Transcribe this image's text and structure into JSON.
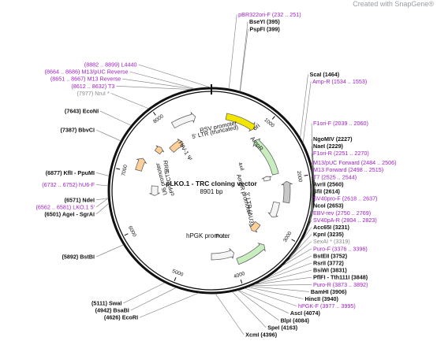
{
  "watermark": "Created with SnapGene®",
  "plasmid": {
    "name": "pLKO.1 - TRC cloning vector",
    "size": "8901 bp",
    "length": 8901
  },
  "colors": {
    "site": "#111111",
    "primer": "#a020c8",
    "feature": "#333333",
    "line": "#7a7a7a"
  },
  "ticks": [
    {
      "pos": 1000,
      "label": "1000"
    },
    {
      "pos": 2000,
      "label": "2000"
    },
    {
      "pos": 3000,
      "label": "3000"
    },
    {
      "pos": 4000,
      "label": "4000"
    },
    {
      "pos": 5000,
      "label": "5000"
    },
    {
      "pos": 6000,
      "label": "6000"
    },
    {
      "pos": 7000,
      "label": "7000"
    },
    {
      "pos": 8000,
      "label": "8000"
    }
  ],
  "labels": [
    {
      "pos": 395,
      "text": "BseYI  (395)",
      "kind": "site"
    },
    {
      "pos": 399,
      "text": "PspFI  (399)",
      "kind": "site"
    },
    {
      "pos": 1464,
      "text": "ScaI  (1464)",
      "kind": "site"
    },
    {
      "pos": 1544,
      "text": "Amp-R  (1534 .. 1553)",
      "kind": "primer"
    },
    {
      "pos": 2050,
      "text": "F1ori-F  (2039 .. 2060)",
      "kind": "primer"
    },
    {
      "pos": 2227,
      "text": "NgoMIV  (2227)",
      "kind": "site"
    },
    {
      "pos": 2229,
      "text": "NaeI  (2229)",
      "kind": "site"
    },
    {
      "pos": 2260,
      "text": "F1ori-R  (2251 .. 2270)",
      "kind": "primer"
    },
    {
      "pos": 2495,
      "text": "M13/pUC Forward  (2484 .. 2506)",
      "kind": "primer"
    },
    {
      "pos": 2506,
      "text": "M13 Forward  (2498 .. 2515)",
      "kind": "primer"
    },
    {
      "pos": 2534,
      "text": "T7  (2525 .. 2544)",
      "kind": "primer"
    },
    {
      "pos": 2560,
      "text": "AvrII  (2560)",
      "kind": "site"
    },
    {
      "pos": 2614,
      "text": "SfiI  (2614)",
      "kind": "site"
    },
    {
      "pos": 2627,
      "text": "SV40pro-F  (2618 .. 2637)",
      "kind": "primer"
    },
    {
      "pos": 2653,
      "text": "NcoI  (2653)",
      "kind": "site"
    },
    {
      "pos": 2760,
      "text": "EBV-rev  (2750 .. 2769)",
      "kind": "primer"
    },
    {
      "pos": 2813,
      "text": "SV40pA-R  (2804 .. 2823)",
      "kind": "primer"
    },
    {
      "pos": 3231,
      "text": "Acc65I  (3231)",
      "kind": "site"
    },
    {
      "pos": 3235,
      "text": "KpnI  (3235)",
      "kind": "site"
    },
    {
      "pos": 3319,
      "text": "SexAI *  (3319)",
      "kind": "gray"
    },
    {
      "pos": 3386,
      "text": "Puro-F  (3376 .. 3396)",
      "kind": "primer"
    },
    {
      "pos": 3752,
      "text": "BstEII  (3752)",
      "kind": "site"
    },
    {
      "pos": 3772,
      "text": "RsrII  (3772)",
      "kind": "site"
    },
    {
      "pos": 3831,
      "text": "BsiWI  (3831)",
      "kind": "site"
    },
    {
      "pos": 3848,
      "text": "PflFI - Tth111I  (3848)",
      "kind": "site"
    },
    {
      "pos": 3882,
      "text": "Puro-R  (3873 .. 3892)",
      "kind": "primer"
    },
    {
      "pos": 3906,
      "text": "BamHI  (3906)",
      "kind": "site"
    },
    {
      "pos": 3940,
      "text": "HincII  (3940)",
      "kind": "site"
    },
    {
      "pos": 3986,
      "text": "hPGK-F  (3977 .. 3995)",
      "kind": "primer"
    },
    {
      "pos": 4074,
      "text": "AscI  (4074)",
      "kind": "site"
    },
    {
      "pos": 4084,
      "text": "BlpI  (4084)",
      "kind": "site"
    },
    {
      "pos": 4163,
      "text": "SpeI  (4163)",
      "kind": "site"
    },
    {
      "pos": 4396,
      "text": "XcmI  (4396)",
      "kind": "site"
    },
    {
      "pos": 4626,
      "text": "(4626)  EcoRI",
      "kind": "site"
    },
    {
      "pos": 4942,
      "text": "(4942)  BsaBI",
      "kind": "site"
    },
    {
      "pos": 5111,
      "text": "(5111)  SwaI",
      "kind": "site"
    },
    {
      "pos": 5892,
      "text": "(5892)  BstBI",
      "kind": "site"
    },
    {
      "pos": 6501,
      "text": "(6501)  AgeI - SgrAI",
      "kind": "site"
    },
    {
      "pos": 6571,
      "text": "(6571)  NdeI",
      "kind": "site"
    },
    {
      "pos": 6571,
      "text": "(6562 .. 6581)  LKO.1 5'",
      "kind": "primer"
    },
    {
      "pos": 6742,
      "text": "(6732 .. 6752)  hU6-F",
      "kind": "primer"
    },
    {
      "pos": 6877,
      "text": "(6877)  KflI - PpuMI",
      "kind": "site"
    },
    {
      "pos": 7387,
      "text": "(7387)  BbvCI",
      "kind": "site"
    },
    {
      "pos": 7643,
      "text": "(7643)  EcoNI",
      "kind": "site"
    },
    {
      "pos": 7977,
      "text": "(7977)  NruI *",
      "kind": "gray"
    },
    {
      "pos": 8622,
      "text": "(8612 .. 8632)  T3",
      "kind": "primer"
    },
    {
      "pos": 8659,
      "text": "(8651 .. 8667)  M13 Reverse",
      "kind": "primer"
    },
    {
      "pos": 8675,
      "text": "(8664 .. 8686)  M13/pUC Reverse",
      "kind": "primer"
    },
    {
      "pos": 8890,
      "text": "(8882 .. 8899)  L4440",
      "kind": "primer"
    },
    {
      "pos": 241,
      "text": "pBR322ori-F  (232 .. 251)",
      "kind": "primer"
    }
  ],
  "features": [
    {
      "name": "ori",
      "start": 280,
      "end": 860,
      "dir": 1,
      "color": "#f2e600"
    },
    {
      "name": "AmpR",
      "start": 1010,
      "end": 1870,
      "dir": -1,
      "color": "#c8eec0"
    },
    {
      "name": "AmpR promoter",
      "start": 1870,
      "end": 1975,
      "dir": -1,
      "color": "#f5f5f5"
    },
    {
      "name": "f1 ori",
      "start": 2050,
      "end": 2450,
      "dir": -1,
      "color": "#c7c7c7"
    },
    {
      "name": "SV40 promoter",
      "start": 2480,
      "end": 2810,
      "dir": 1,
      "color": "#f5f5f5"
    },
    {
      "name": "3' LTR (ΔU3)",
      "start": 3100,
      "end": 3330,
      "dir": 1,
      "color": "#ffcf99"
    },
    {
      "name": "PuroR",
      "start": 3360,
      "end": 3950,
      "dir": -1,
      "color": "#c8eec0"
    },
    {
      "name": "hPGK promoter",
      "start": 3960,
      "end": 4450,
      "dir": -1,
      "color": "#f5f5f5"
    },
    {
      "name": "U6 promoter",
      "start": 6550,
      "end": 6790,
      "dir": -1,
      "color": "#f5f5f5"
    },
    {
      "name": "RRE",
      "start": 7060,
      "end": 7300,
      "dir": 1,
      "color": "#ffcf99"
    },
    {
      "name": "HIV-1 Ψ",
      "start": 7550,
      "end": 7680,
      "dir": 1,
      "color": "#ffcf99"
    },
    {
      "name": "5' LTR (truncated)",
      "start": 7800,
      "end": 8140,
      "dir": 1,
      "color": "#ffcf99"
    },
    {
      "name": "RSV promoter",
      "start": 8150,
      "end": 8600,
      "dir": 1,
      "color": "#f5f5f5"
    }
  ],
  "feature_labels": [
    {
      "text": "ori"
    },
    {
      "text": "AmpR"
    },
    {
      "text": "AmpR promoter"
    },
    {
      "text": "3' LTR (ΔU3)"
    },
    {
      "text": "hPGK promoter"
    },
    {
      "text": "Pur..."
    },
    {
      "text": "U6 promoter"
    },
    {
      "text": "RRE"
    },
    {
      "text": "HIV-1 Ψ"
    },
    {
      "text": "5' LTR (truncated)"
    },
    {
      "text": "RSV promoter"
    },
    {
      "text": "cPPT/CTS"
    },
    {
      "text": "4xd"
    }
  ]
}
